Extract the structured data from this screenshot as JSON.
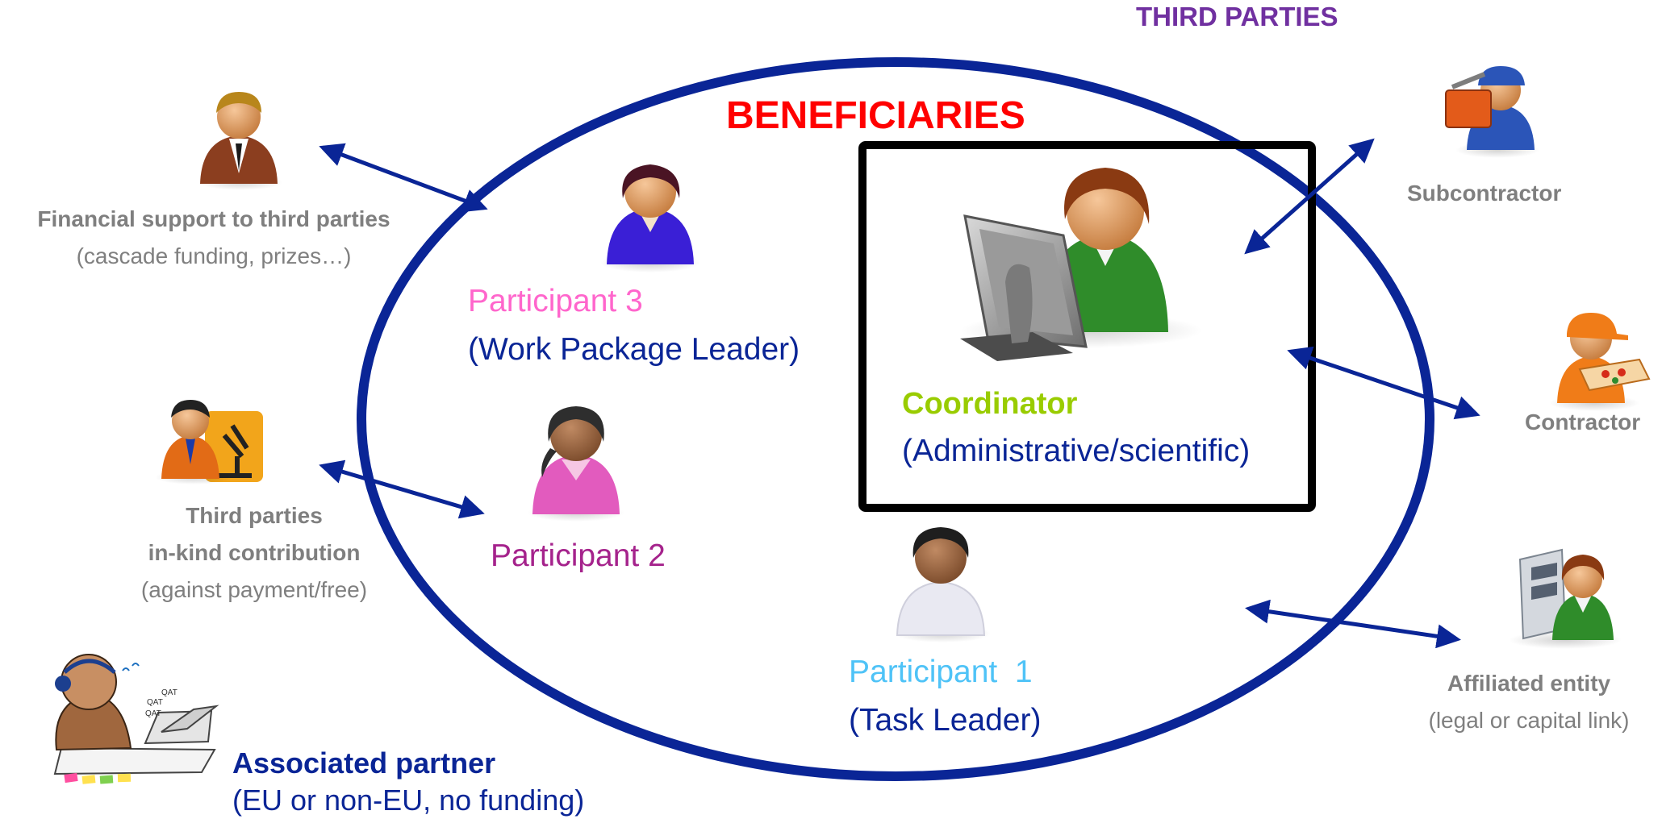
{
  "headings": {
    "beneficiaries": "BENEFICIARIES",
    "third_parties": "THIRD PARTIES"
  },
  "coordinator": {
    "title": "Coordinator",
    "subtitle": "(Administrative/scientific)"
  },
  "participants": {
    "p3_name": "Participant 3",
    "p3_role": "(Work Package Leader)",
    "p2_name": "Participant 2",
    "p1_name": "Participant  1",
    "p1_role": "(Task Leader)"
  },
  "left_side": {
    "financial_title": "Financial support to third parties",
    "financial_sub": "(cascade funding, prizes…)",
    "inkind_line1": "Third parties",
    "inkind_line2": "in-kind contribution",
    "inkind_sub": "(against payment/free)",
    "associated_title": "Associated partner",
    "associated_sub": "(EU or non-EU, no funding)"
  },
  "right_side": {
    "subcontractor": "Subcontractor",
    "contractor": "Contractor",
    "affiliated_title": "Affiliated entity",
    "affiliated_sub": "(legal or capital link)"
  },
  "colors": {
    "ellipse": "#0a2596",
    "beneficiaries": "#ff0000",
    "third_parties": "#7030a0",
    "coordinator": "#99cc00",
    "participant3": "#ff66cc",
    "participant2": "#a5238c",
    "participant1": "#4fc3f7",
    "blue_text": "#0a2596",
    "gray_text": "#7f7f7f"
  },
  "icons": [
    "businessman-icon",
    "woman-user-icon",
    "coordinator-computer-icon",
    "woman-user-pink-icon",
    "man-user-icon",
    "researcher-microscope-icon",
    "associated-partner-cartoon",
    "subcontractor-toolbox-icon",
    "contractor-delivery-icon",
    "affiliated-server-icon"
  ]
}
